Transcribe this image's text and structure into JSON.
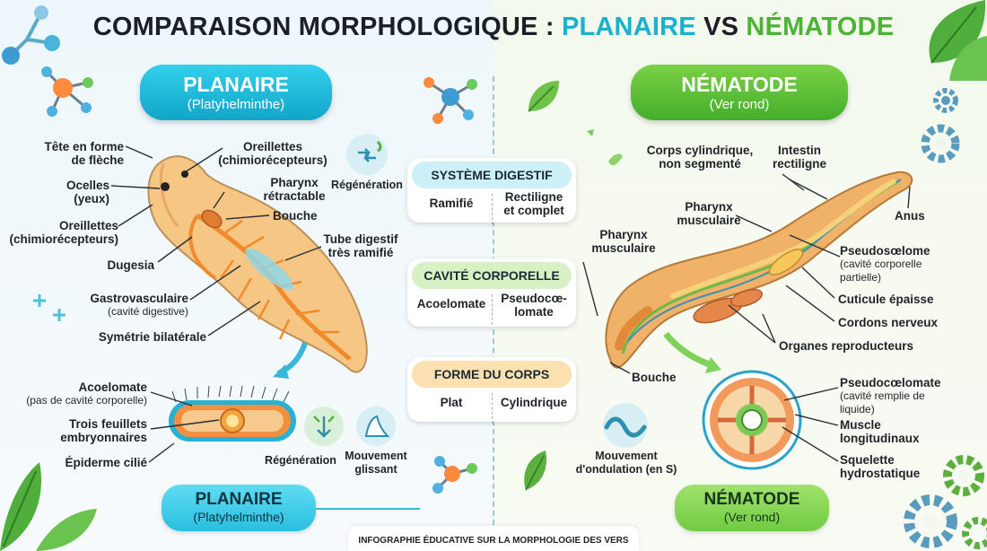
{
  "title": {
    "prefix": "COMPARAISON MORPHOLOGIQUE :",
    "planaire": "PLANAIRE",
    "vs": "VS",
    "nematode": "NÉMATODE"
  },
  "colors": {
    "planaire": "#1bb0cc",
    "nematode": "#4bb434",
    "planaire_body": "#f0b46a",
    "nematode_body": "#e89a45"
  },
  "planaire": {
    "header_name": "PLANAIRE",
    "header_sub": "(Platyhelminthe)",
    "labels": {
      "tete": "Tête en forme",
      "tete2": "de flèche",
      "ocelles": "Ocelles",
      "ocelles2": "(yeux)",
      "oreillettes_l": "Oreillettes",
      "oreillettes_l2": "(chimiorécepteurs)",
      "oreillettes_t": "Oreillettes",
      "oreillettes_t2": "(chimiorécepteurs)",
      "pharynx": "Pharynx",
      "pharynx2": "rétractable",
      "bouche": "Bouche",
      "tube": "Tube digestif",
      "tube2": "très ramifié",
      "dugesia": "Dugesia",
      "gastro": "Gastrovasculaire",
      "gastro_sub": "(cavité digestive)",
      "symetrie": "Symétrie bilatérale",
      "acoelomate": "Acoelomate",
      "acoelomate_sub": "(pas de cavité corporelle)",
      "feuillets": "Trois feuillets",
      "feuillets2": "embryonnaires",
      "epiderme": "Épiderme cilié",
      "regeneration_top": "Régénération",
      "regeneration_bot": "Régénération",
      "mouvement": "Mouvement",
      "mouvement2": "glissant"
    },
    "footer_name": "PLANAIRE",
    "footer_sub": "(Platyhelminthe)"
  },
  "nematode": {
    "header_name": "NÉMATODE",
    "header_sub": "(Ver rond)",
    "labels": {
      "corps": "Corps cylindrique,",
      "corps2": "non segmenté",
      "intestin": "Intestin",
      "intestin2": "rectiligne",
      "pharynx_a": "Pharynx",
      "pharynx_a2": "musculaire",
      "pharynx_b": "Pharynx",
      "pharynx_b2": "musculaire",
      "anus": "Anus",
      "pseudo": "Pseudosœlome",
      "pseudo_sub": "(cavité corporelle",
      "pseudo_sub2": "partielle)",
      "cuticule": "Cuticule épaisse",
      "cordons": "Cordons nerveux",
      "organes": "Organes reproducteurs",
      "bouche": "Bouche",
      "pseudocoel": "Pseudocœlomate",
      "pseudocoel_sub": "(cavité remplie de",
      "pseudocoel_sub2": "liquide)",
      "muscle": "Muscle",
      "muscle2": "longitudinaux",
      "squelette": "Squelette",
      "squelette2": "hydrostatique",
      "mouvement": "Mouvement",
      "mouvement2": "d'ondulation (en S)"
    },
    "footer_name": "NÉMATODE",
    "footer_sub": "(Ver rond)"
  },
  "comparison": [
    {
      "head": "SYSTÈME DIGESTIF",
      "left": "Ramifié",
      "right": "Rectiligne",
      "right2": "et complet"
    },
    {
      "head": "CAVITÉ CORPORELLE",
      "left": "Acoelomate",
      "right": "Pseudocœ-",
      "right2": "lomate"
    },
    {
      "head": "FORME DU CORPS",
      "left": "Plat",
      "right": "Cylindrique",
      "right2": ""
    }
  ],
  "footer": "INFOGRAPHIE ÉDUCATIVE SUR LA MORPHOLOGIE DES VERS"
}
